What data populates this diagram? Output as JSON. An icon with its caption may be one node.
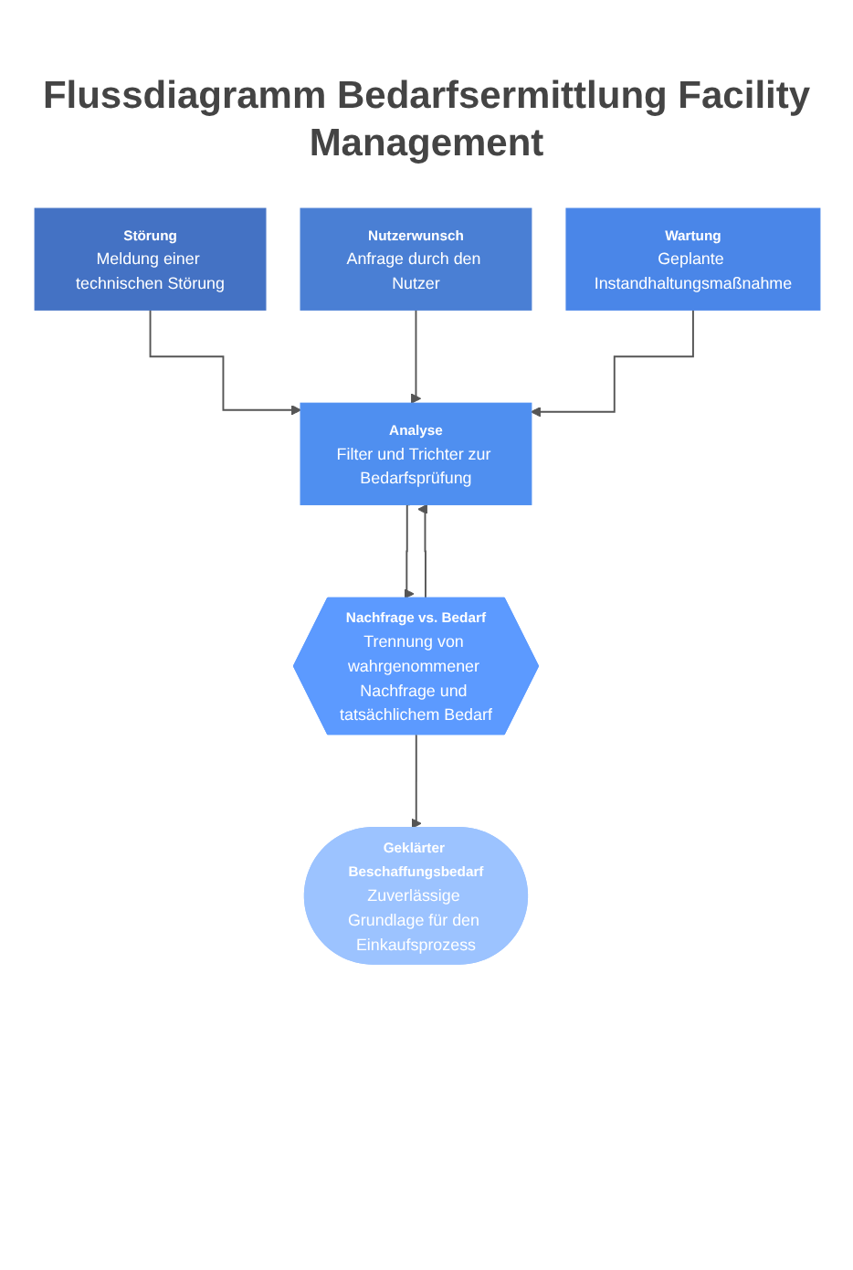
{
  "diagram": {
    "title": "Flussdiagramm Bedarfsermittlung Facility Management",
    "nodes": [
      {
        "text": [
          "Störung",
          "Meldung einer technischen Störung"
        ]
      },
      {
        "text": [
          "Nutzerwunsch",
          "Anfrage durch den Nutzer"
        ]
      },
      {
        "text": [
          "Wartung",
          "Geplante Instandhaltungsmaßnahme"
        ]
      },
      {
        "text": [
          "Analyse",
          "Filter und Trichter zur Bedarfsprüfung"
        ]
      },
      {
        "text": [
          "Nachfrage vs. Bedarf",
          "Trennung von wahrgenommener Nachfrage und tatsächlichem Bedarf"
        ]
      },
      {
        "text": [
          "Geklärter Beschaffungsbedarf",
          "Zuverlässige Grundlage für den Einkaufsprozess"
        ]
      }
    ],
    "edges": [
      {
        "from": 0,
        "to": 3,
        "arrow": "to"
      },
      {
        "from": 1,
        "to": 3,
        "arrow": "to"
      },
      {
        "from": 2,
        "to": 3,
        "arrow": "to"
      },
      {
        "from": 3,
        "to": 4,
        "arrow": "to"
      },
      {
        "from": 4,
        "to": 3,
        "arrow": "to"
      },
      {
        "from": 4,
        "to": 5,
        "arrow": "to"
      }
    ]
  }
}
